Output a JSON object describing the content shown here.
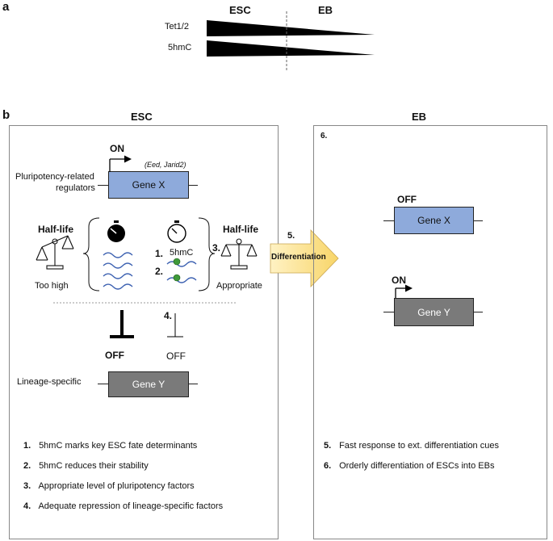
{
  "panel_a": {
    "letter": "a",
    "col_esc": "ESC",
    "col_eb": "EB",
    "row1": "Tet1/2",
    "row2": "5hmC"
  },
  "panel_b": {
    "letter": "b",
    "esc": {
      "title": "ESC",
      "on_label": "ON",
      "gene_x_note": "(Eed, Jarid2)",
      "gene_x_row_label_1": "Pluripotency-related",
      "gene_x_row_label_2": "regulators",
      "gene_x": "Gene X",
      "left_half_life": "Half-life",
      "left_balance": "Too high",
      "right_half_life": "Half-life",
      "step3": "3.",
      "right_balance": "Appropriate",
      "step1": "1.",
      "step1_text": "5hmC",
      "step2": "2.",
      "step4": "4.",
      "off_left": "OFF",
      "off_right": "OFF",
      "gene_y_row_label": "Lineage-specific",
      "gene_y": "Gene Y",
      "list": [
        {
          "num": "1.",
          "text": "5hmC marks key ESC fate determinants"
        },
        {
          "num": "2.",
          "text": "5hmC reduces their stability"
        },
        {
          "num": "3.",
          "text": "Appropriate level of pluripotency factors"
        },
        {
          "num": "4.",
          "text": "Adequate repression of lineage-specific factors"
        }
      ]
    },
    "arrow": {
      "step": "5.",
      "label": "Differentiation"
    },
    "eb": {
      "title": "EB",
      "step6": "6.",
      "off_label": "OFF",
      "gene_x": "Gene X",
      "on_label": "ON",
      "gene_y": "Gene Y",
      "list": [
        {
          "num": "5.",
          "text": "Fast response to ext. differentiation cues"
        },
        {
          "num": "6.",
          "text": "Orderly differentiation of ESCs into EBs"
        }
      ]
    }
  },
  "colors": {
    "gene_x": "#8eaadb",
    "gene_y": "#7a7a7a",
    "arrow_fill": "#fde39a",
    "wave": "#3a5fb0",
    "dot": "#3f9a3a",
    "panel_border": "#888888"
  }
}
